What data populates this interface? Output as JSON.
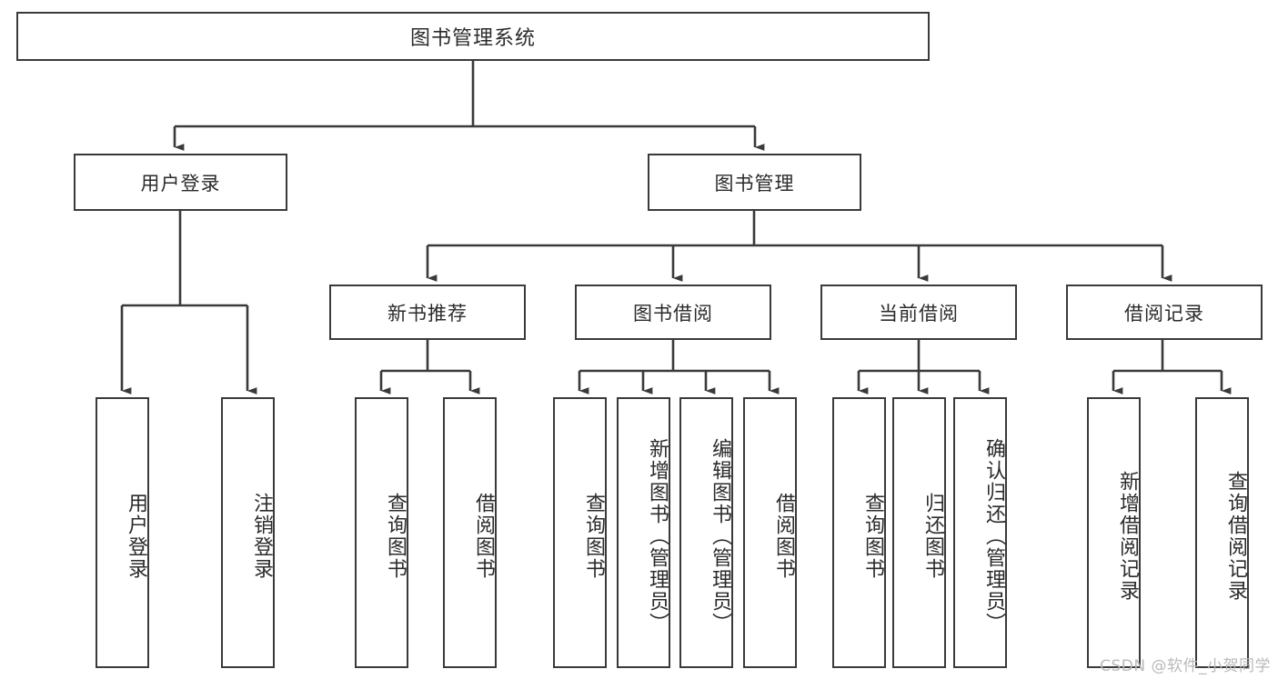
{
  "diagram": {
    "title": "图书管理系统",
    "type": "hierarchy-tree",
    "style": {
      "border_color": "#3a3a3a",
      "fill_color": "#ffffff",
      "text_color": "#2b2b2b"
    },
    "root": {
      "label": "图书管理系统"
    },
    "level2": [
      {
        "label": "用户登录"
      },
      {
        "label": "图书管理"
      }
    ],
    "level3": [
      {
        "label": "新书推荐"
      },
      {
        "label": "图书借阅"
      },
      {
        "label": "当前借阅"
      },
      {
        "label": "借阅记录"
      }
    ],
    "leaves": {
      "user_login": [
        {
          "label": "用户登录"
        },
        {
          "label": "注销登录"
        }
      ],
      "new_book_recommend": [
        {
          "label": "查询图书"
        },
        {
          "label": "借阅图书"
        }
      ],
      "book_borrow": [
        {
          "label": "查询图书"
        },
        {
          "label": "新增图书（管理员）"
        },
        {
          "label": "编辑图书（管理员）"
        },
        {
          "label": "借阅图书"
        }
      ],
      "current_borrow": [
        {
          "label": "查询图书"
        },
        {
          "label": "归还图书"
        },
        {
          "label": "确认归还（管理员）"
        }
      ],
      "borrow_record": [
        {
          "label": "新增借阅记录"
        },
        {
          "label": "查询借阅记录"
        }
      ]
    },
    "watermark": "CSDN @软件_小贺同学"
  }
}
